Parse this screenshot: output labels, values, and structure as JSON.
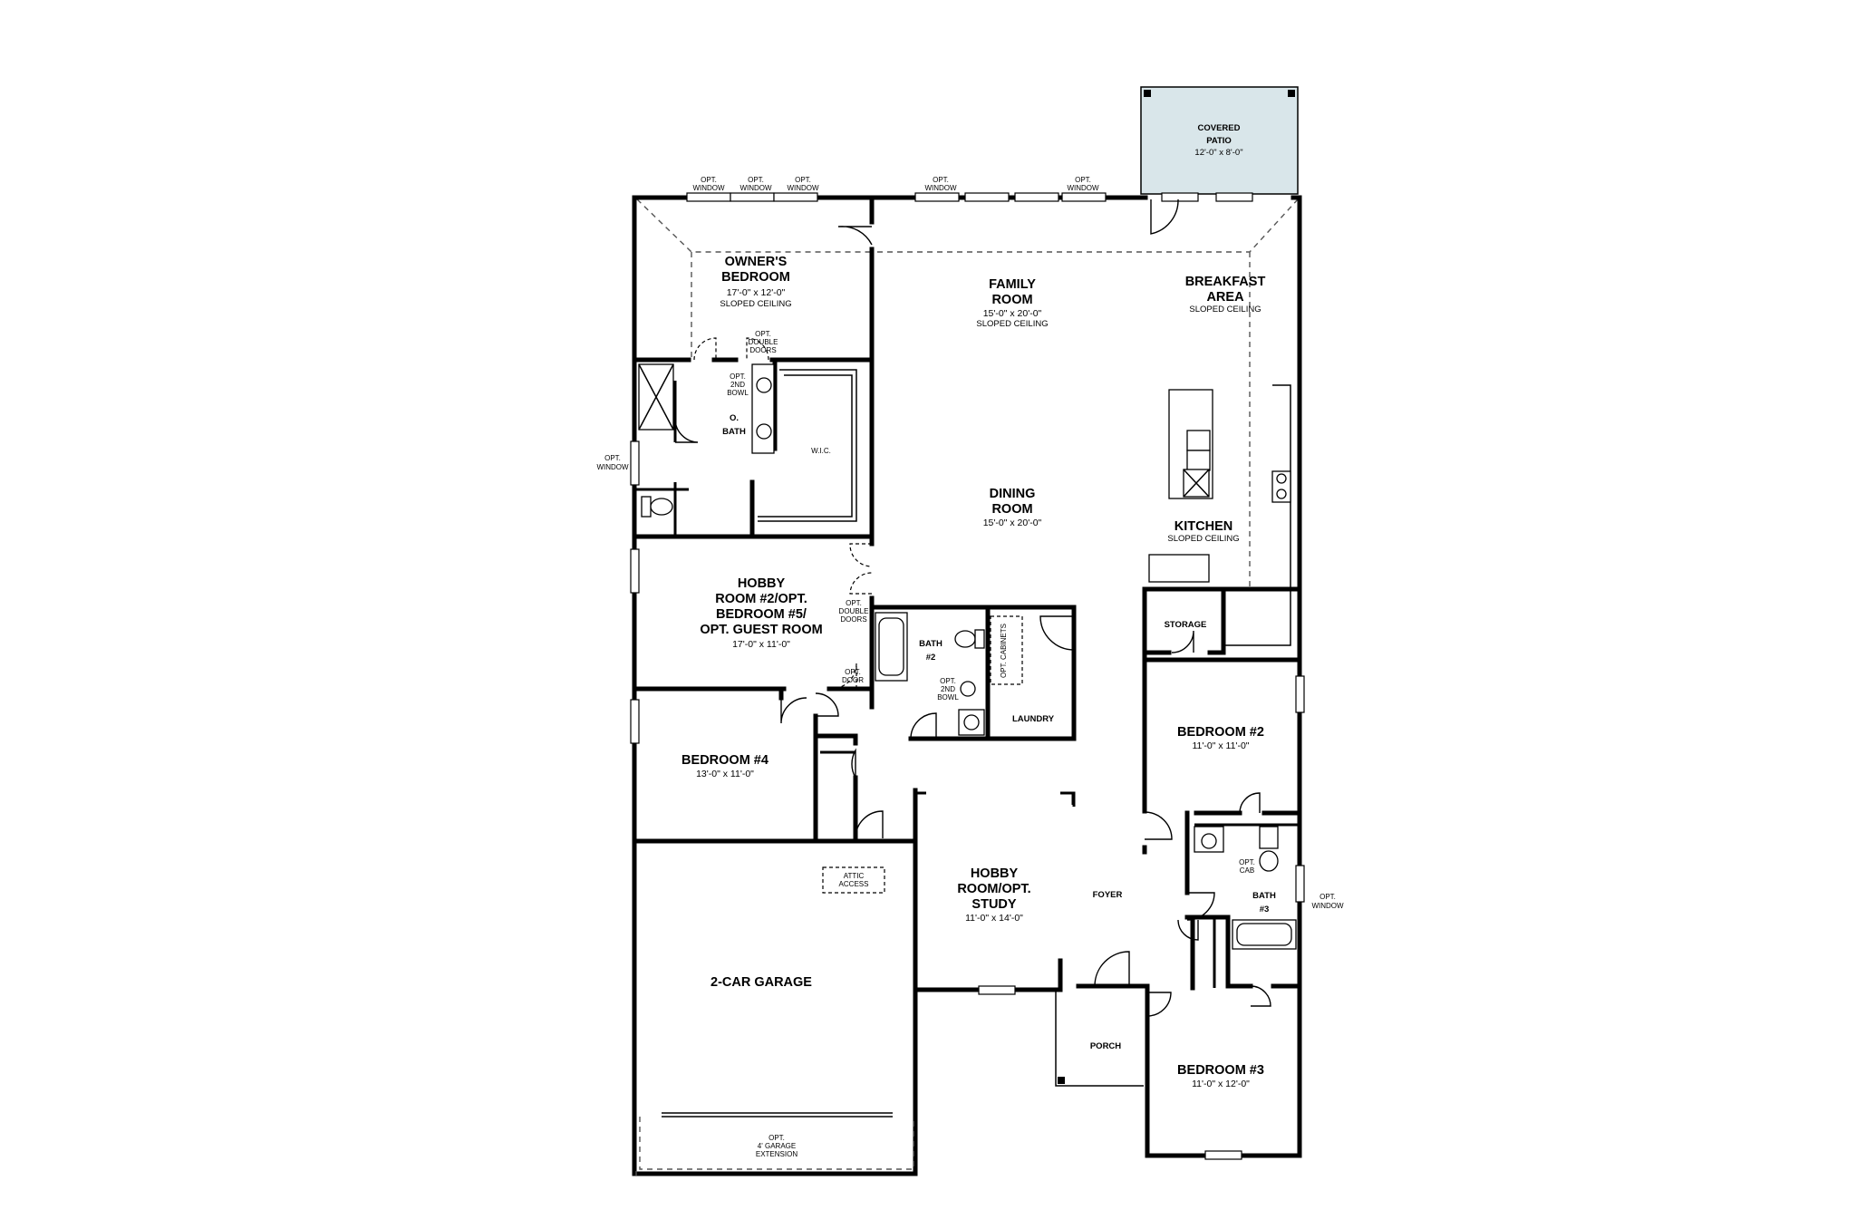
{
  "rooms": {
    "covered_patio": {
      "name": [
        "COVERED",
        "PATIO"
      ],
      "dim": "12'-0\" x 8'-0\""
    },
    "owners_bedroom": {
      "name": [
        "OWNER'S",
        "BEDROOM"
      ],
      "dim": "17'-0\" x 12'-0\"",
      "note": "SLOPED CEILING"
    },
    "family_room": {
      "name": [
        "FAMILY",
        "ROOM"
      ],
      "dim": "15'-0\" x 20'-0\"",
      "note": "SLOPED CEILING"
    },
    "breakfast_area": {
      "name": [
        "BREAKFAST",
        "AREA"
      ],
      "note": "SLOPED CEILING"
    },
    "owners_bath": {
      "name": [
        "O.",
        "BATH"
      ]
    },
    "wic": {
      "name": "W.I.C."
    },
    "dining_room": {
      "name": [
        "DINING",
        "ROOM"
      ],
      "dim": "15'-0\" x 20'-0\""
    },
    "kitchen": {
      "name": "KITCHEN",
      "note": "SLOPED CEILING"
    },
    "hobby_room_2": {
      "name": [
        "HOBBY",
        "ROOM #2/OPT.",
        "BEDROOM #5/",
        "OPT. GUEST ROOM"
      ],
      "dim": "17'-0\" x 11'-0\""
    },
    "bath_2": {
      "name": [
        "BATH",
        "#2"
      ]
    },
    "laundry": {
      "name": "LAUNDRY"
    },
    "storage": {
      "name": "STORAGE"
    },
    "bedroom_2": {
      "name": "BEDROOM #2",
      "dim": "11'-0\" x 11'-0\""
    },
    "bedroom_4": {
      "name": "BEDROOM #4",
      "dim": "13'-0\" x 11'-0\""
    },
    "hobby_room_study": {
      "name": [
        "HOBBY",
        "ROOM/OPT.",
        "STUDY"
      ],
      "dim": "11'-0\" x 14'-0\""
    },
    "foyer": {
      "name": "FOYER"
    },
    "bath_3": {
      "name": [
        "BATH",
        "#3"
      ]
    },
    "garage": {
      "name": "2-CAR GARAGE"
    },
    "porch": {
      "name": "PORCH"
    },
    "bedroom_3": {
      "name": "BEDROOM #3",
      "dim": "11'-0\" x 12'-0\""
    }
  },
  "options": {
    "opt_window": [
      "OPT.",
      "WINDOW"
    ],
    "opt_double_doors": [
      "OPT.",
      "DOUBLE",
      "DOORS"
    ],
    "opt_2nd_bowl": [
      "OPT.",
      "2ND",
      "BOWL"
    ],
    "opt_door": [
      "OPT.",
      "DOOR"
    ],
    "opt_cabinets": "OPT. CABINETS",
    "opt_cab": [
      "OPT.",
      "CAB"
    ],
    "attic_access": [
      "ATTIC",
      "ACCESS"
    ],
    "garage_extension": [
      "OPT.",
      "4' GARAGE",
      "EXTENSION"
    ]
  },
  "colors": {
    "patio_fill": "#d9e6ea",
    "wall": "#000000"
  }
}
